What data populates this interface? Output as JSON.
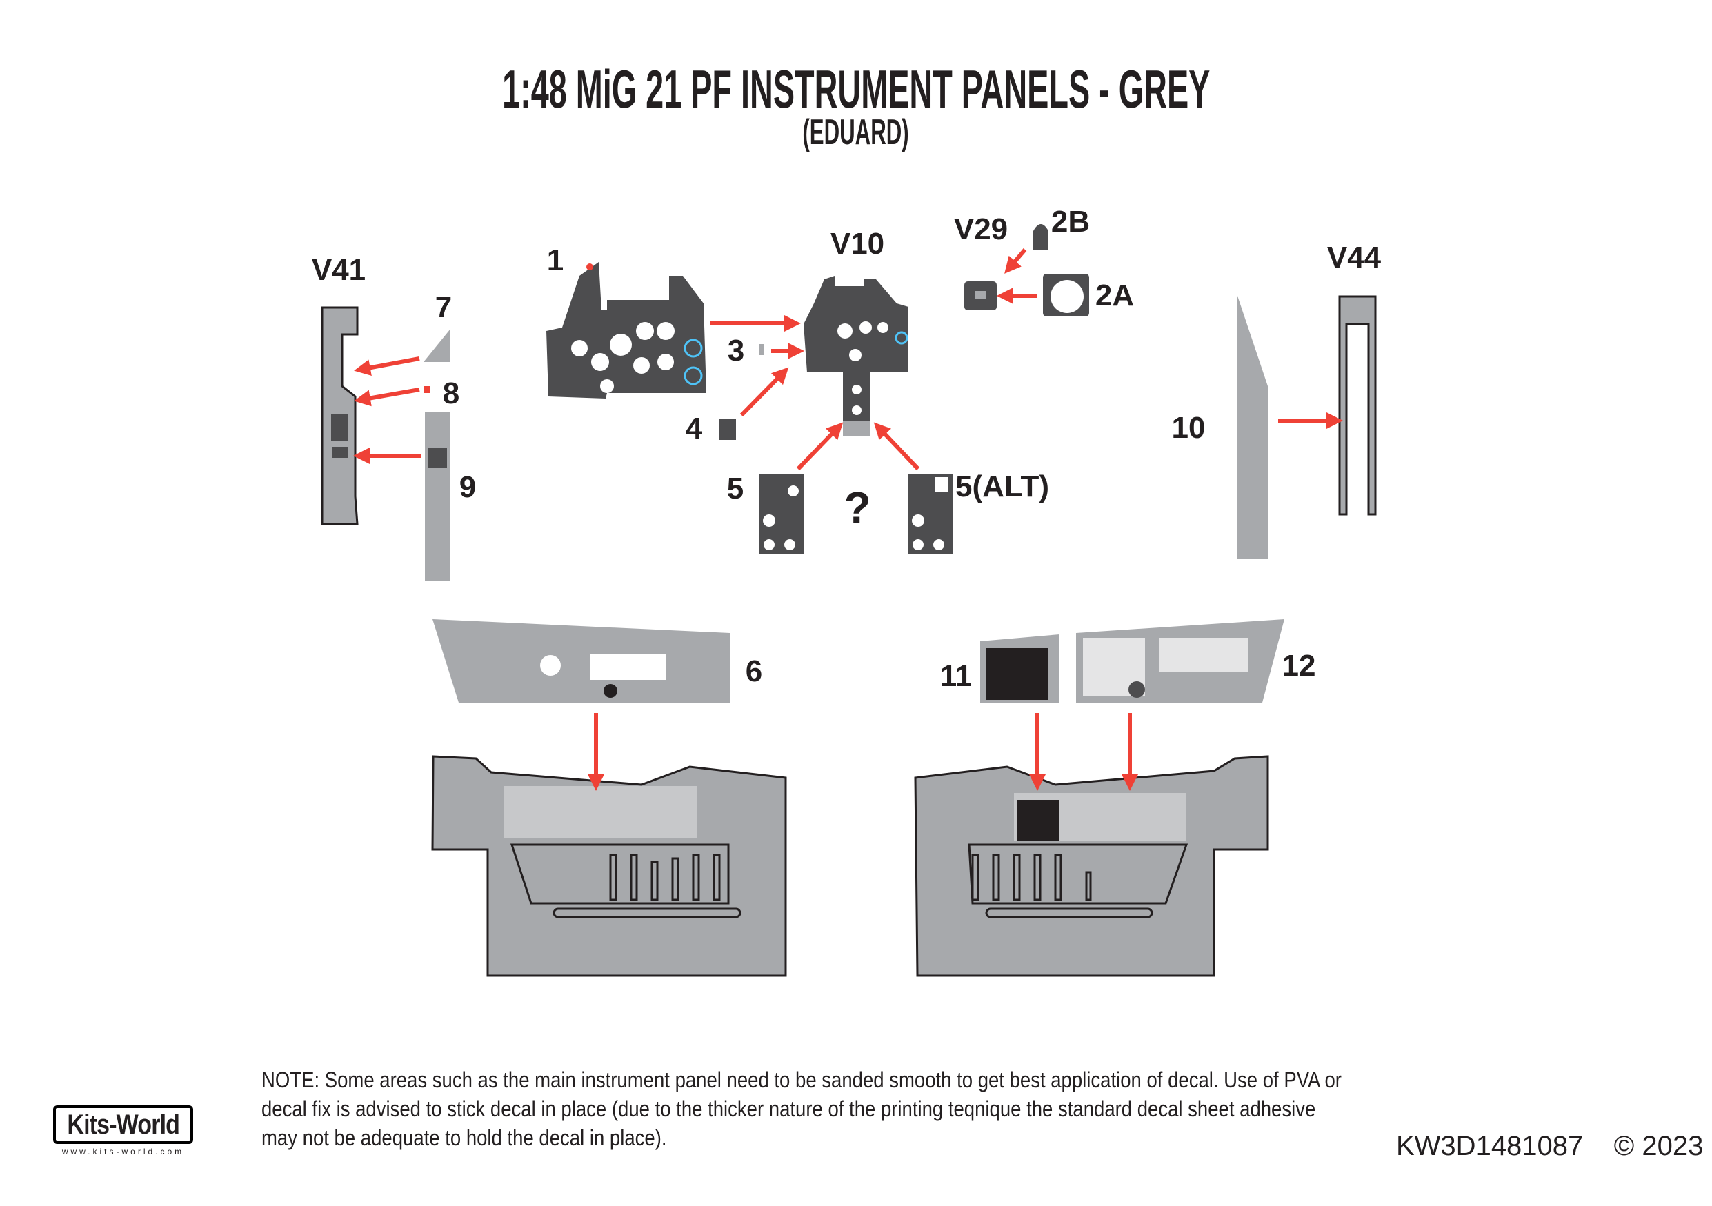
{
  "title": "1:48 MiG 21 PF INSTRUMENT PANELS - GREY",
  "subtitle": "(EDUARD)",
  "labels": {
    "v41": "V41",
    "p7": "7",
    "p8": "8",
    "p9": "9",
    "p1": "1",
    "v10": "V10",
    "v29": "V29",
    "p2b": "2B",
    "p2a": "2A",
    "v44": "V44",
    "p3": "3",
    "p4": "4",
    "p5": "5",
    "question": "?",
    "p5alt": "5(ALT)",
    "p10": "10",
    "p6": "6",
    "p11": "11",
    "p12": "12"
  },
  "note": {
    "lines": [
      "NOTE: Some areas such as the main instrument panel need to be sanded smooth to get best application of decal. Use of PVA or",
      "decal fix is advised to stick decal in place (due to the thicker nature of the printing teqnique the standard decal sheet adhesive",
      "may not be adequate to hold the decal in place)."
    ]
  },
  "product_code": "KW3D1481087",
  "copyright": "© 2023",
  "logo": {
    "name": "Kits-World",
    "url": "www.kits-world.com"
  },
  "colors": {
    "arrow": "#ef4136",
    "dark_panel": "#4d4d4f",
    "grey_panel": "#a7a9ac",
    "outline": "#231f20"
  }
}
